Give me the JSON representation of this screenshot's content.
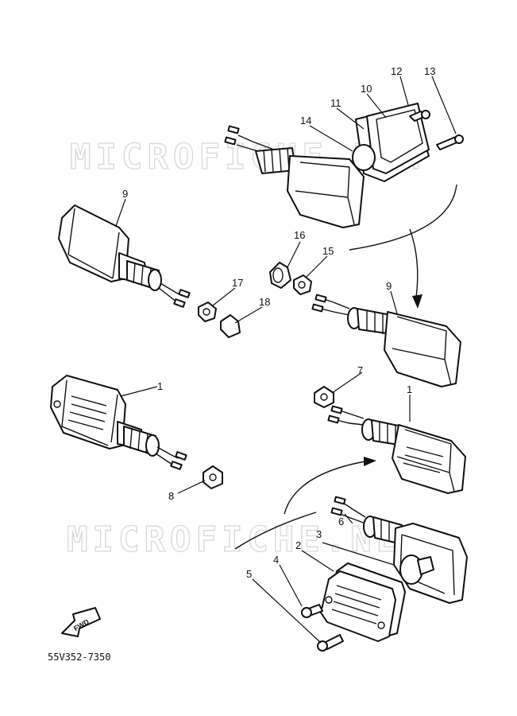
{
  "watermark": {
    "text": "MICROFICHE.NET"
  },
  "callouts": [
    {
      "id": "c1a",
      "label": "1"
    },
    {
      "id": "c1b",
      "label": "1"
    },
    {
      "id": "c2",
      "label": "2"
    },
    {
      "id": "c3",
      "label": "3"
    },
    {
      "id": "c4",
      "label": "4"
    },
    {
      "id": "c5",
      "label": "5"
    },
    {
      "id": "c6",
      "label": "6"
    },
    {
      "id": "c7",
      "label": "7"
    },
    {
      "id": "c8",
      "label": "8"
    },
    {
      "id": "c9a",
      "label": "9"
    },
    {
      "id": "c9b",
      "label": "9"
    },
    {
      "id": "c10",
      "label": "10"
    },
    {
      "id": "c11",
      "label": "11"
    },
    {
      "id": "c12",
      "label": "12"
    },
    {
      "id": "c13",
      "label": "13"
    },
    {
      "id": "c14",
      "label": "14"
    },
    {
      "id": "c15",
      "label": "15"
    },
    {
      "id": "c16",
      "label": "16"
    },
    {
      "id": "c17",
      "label": "17"
    },
    {
      "id": "c18",
      "label": "18"
    }
  ],
  "direction_badge": {
    "label": "FWD"
  },
  "diagram_code": "55V352-7350"
}
